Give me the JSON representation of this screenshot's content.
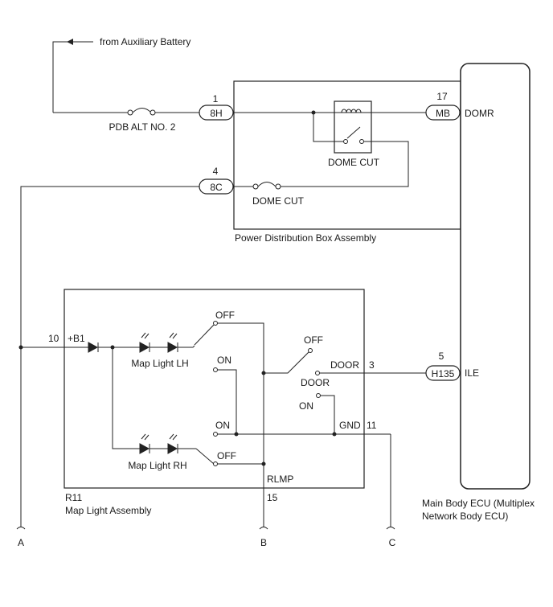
{
  "source": {
    "label": "from Auxiliary Battery"
  },
  "fuses": {
    "pdb_alt": "PDB ALT NO. 2",
    "dome_cut": "DOME CUT"
  },
  "relay": {
    "label": "DOME CUT"
  },
  "connectors": {
    "c8h": {
      "pin": "1",
      "label": "8H"
    },
    "c8c": {
      "pin": "4",
      "label": "8C"
    },
    "mb": {
      "pin": "17",
      "label": "MB",
      "signal": "DOMR"
    },
    "h135": {
      "pin": "5",
      "label": "H135",
      "signal": "ILE"
    }
  },
  "assemblies": {
    "pdb": "Power Distribution Box Assembly",
    "map_light_code": "R11",
    "map_light": "Map Light Assembly",
    "ecu_line1": "Main Body ECU (Multiplex",
    "ecu_line2": "Network Body ECU)"
  },
  "map_light": {
    "pin_b1": "10",
    "b1": "+B1",
    "lh": "Map Light LH",
    "rh": "Map Light RH",
    "off": "OFF",
    "on": "ON",
    "door": "DOOR",
    "door_pin": "3",
    "gnd": "GND",
    "gnd_pin": "11",
    "rlmp": "RLMP",
    "rlmp_pin": "15"
  },
  "terminals": {
    "a": "A",
    "b": "B",
    "c": "C"
  }
}
